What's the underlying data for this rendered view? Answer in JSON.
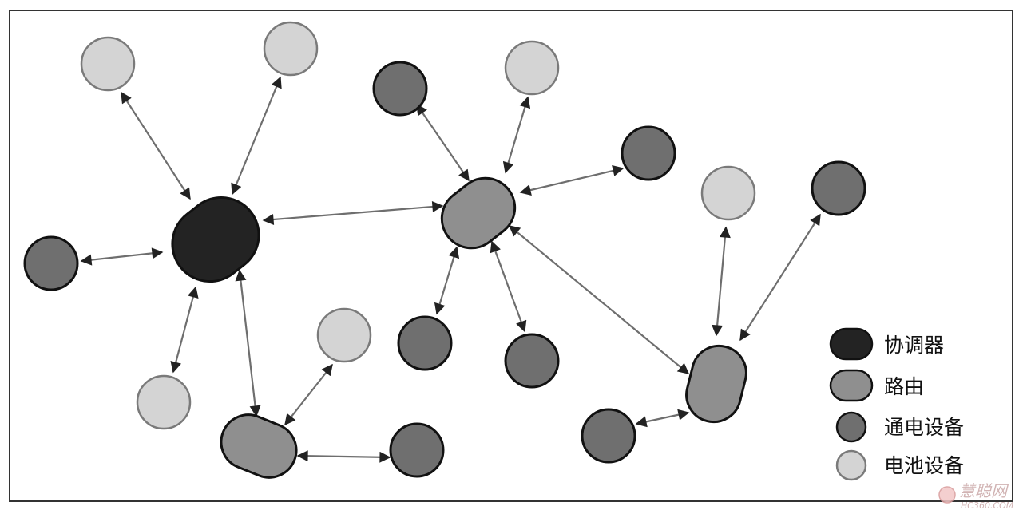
{
  "legend": {
    "coordinator": "协调器",
    "router": "路由",
    "powered_device": "通电设备",
    "battery_device": "电池设备"
  },
  "watermark": {
    "brand": "慧聪网",
    "site": "HC360.COM"
  },
  "colors": {
    "coordinator": "#232323",
    "router": "#8f8f8f",
    "powered_device": "#6f6f6f",
    "battery_device": "#d4d4d4",
    "outline": "#111111",
    "light_outline": "#7a7a7a"
  },
  "nodes": [
    {
      "id": "coordinator",
      "type": "coordinator"
    },
    {
      "id": "router-center",
      "type": "router"
    },
    {
      "id": "router-bottom-left",
      "type": "router"
    },
    {
      "id": "router-right",
      "type": "router"
    },
    {
      "id": "battery-1",
      "type": "battery_device"
    },
    {
      "id": "battery-2",
      "type": "battery_device"
    },
    {
      "id": "battery-3",
      "type": "battery_device"
    },
    {
      "id": "battery-4",
      "type": "battery_device"
    },
    {
      "id": "battery-5",
      "type": "battery_device"
    },
    {
      "id": "battery-6",
      "type": "battery_device"
    },
    {
      "id": "powered-1",
      "type": "powered_device"
    },
    {
      "id": "powered-2",
      "type": "powered_device"
    },
    {
      "id": "powered-3",
      "type": "powered_device"
    },
    {
      "id": "powered-4",
      "type": "powered_device"
    },
    {
      "id": "powered-5",
      "type": "powered_device"
    },
    {
      "id": "powered-6",
      "type": "powered_device"
    },
    {
      "id": "powered-7",
      "type": "powered_device"
    },
    {
      "id": "powered-8",
      "type": "powered_device"
    }
  ],
  "links": [
    {
      "from": "coordinator",
      "to": "battery-1"
    },
    {
      "from": "coordinator",
      "to": "battery-2"
    },
    {
      "from": "coordinator",
      "to": "powered-1"
    },
    {
      "from": "coordinator",
      "to": "battery-3"
    },
    {
      "from": "coordinator",
      "to": "router-bottom-left"
    },
    {
      "from": "coordinator",
      "to": "router-center"
    },
    {
      "from": "router-center",
      "to": "powered-2"
    },
    {
      "from": "router-center",
      "to": "battery-4"
    },
    {
      "from": "router-center",
      "to": "powered-3"
    },
    {
      "from": "router-center",
      "to": "powered-4"
    },
    {
      "from": "router-center",
      "to": "powered-5"
    },
    {
      "from": "router-center",
      "to": "router-right"
    },
    {
      "from": "router-bottom-left",
      "to": "battery-5"
    },
    {
      "from": "router-bottom-left",
      "to": "powered-6"
    },
    {
      "from": "router-right",
      "to": "battery-6"
    },
    {
      "from": "router-right",
      "to": "powered-7"
    },
    {
      "from": "router-right",
      "to": "powered-8"
    }
  ]
}
